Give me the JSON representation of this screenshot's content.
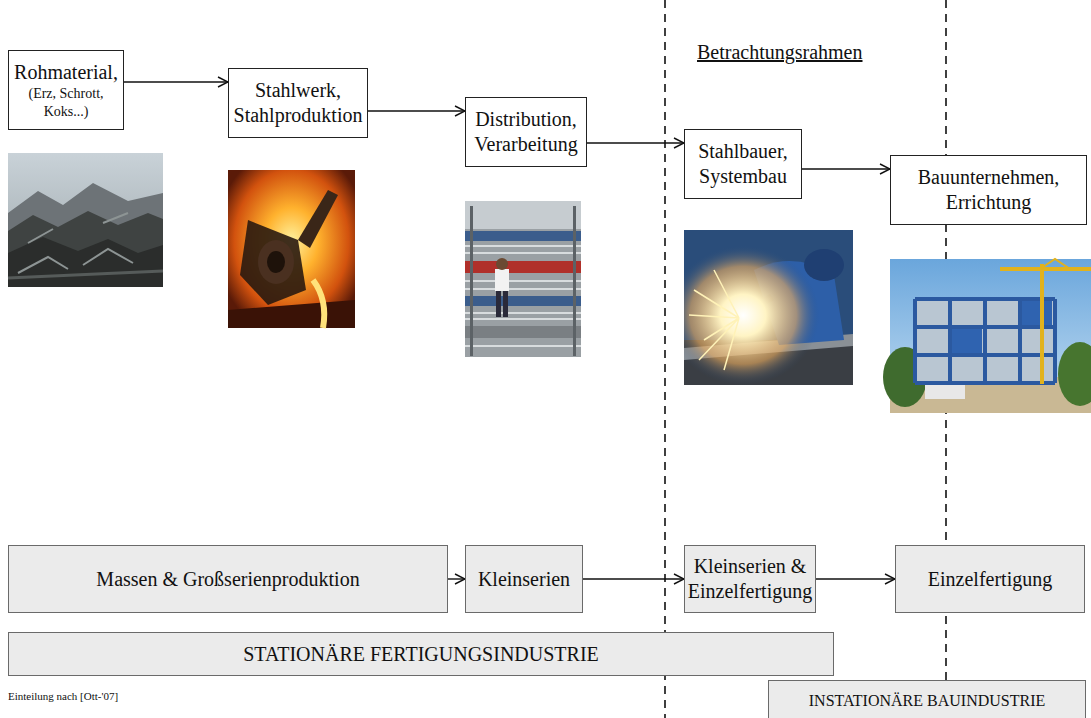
{
  "diagram": {
    "nodes": [
      {
        "text": [
          "Rohmaterial,",
          "(Erz, Schrott, Koks...)"
        ]
      },
      {
        "text": [
          "Stahlwerk, Stahlproduktion"
        ]
      },
      {
        "text": [
          "Distribution, Verarbeitung"
        ]
      },
      {
        "text": [
          "Stahlbauer, Systembau"
        ]
      },
      {
        "text": [
          "Bauunternehmen, Errichtung"
        ]
      },
      {
        "text": [
          "Massen & Großserienproduktion"
        ]
      },
      {
        "text": [
          "Kleinserien"
        ]
      },
      {
        "text": [
          "Kleinserien & Einzelfertigung"
        ]
      },
      {
        "text": [
          "Einzelfertigung"
        ]
      },
      {
        "text": [
          "STATIONÄRE FERTIGUNGSINDUSTRIE"
        ]
      },
      {
        "text": [
          "INSTATIONÄRE BAUINDUSTRIE"
        ]
      }
    ],
    "edges": [
      {
        "from": 0,
        "to": 1,
        "arrow": "to"
      },
      {
        "from": 1,
        "to": 2,
        "arrow": "to"
      },
      {
        "from": 2,
        "to": 3,
        "arrow": "to"
      },
      {
        "from": 3,
        "to": 4,
        "arrow": "to"
      },
      {
        "from": 5,
        "to": 6,
        "arrow": "to"
      },
      {
        "from": 6,
        "to": 7,
        "arrow": "to"
      },
      {
        "from": 7,
        "to": 8,
        "arrow": "to"
      }
    ],
    "labels": [
      "Betrachtungsrahmen",
      "Einteilung nach [Ott-'07]"
    ]
  }
}
